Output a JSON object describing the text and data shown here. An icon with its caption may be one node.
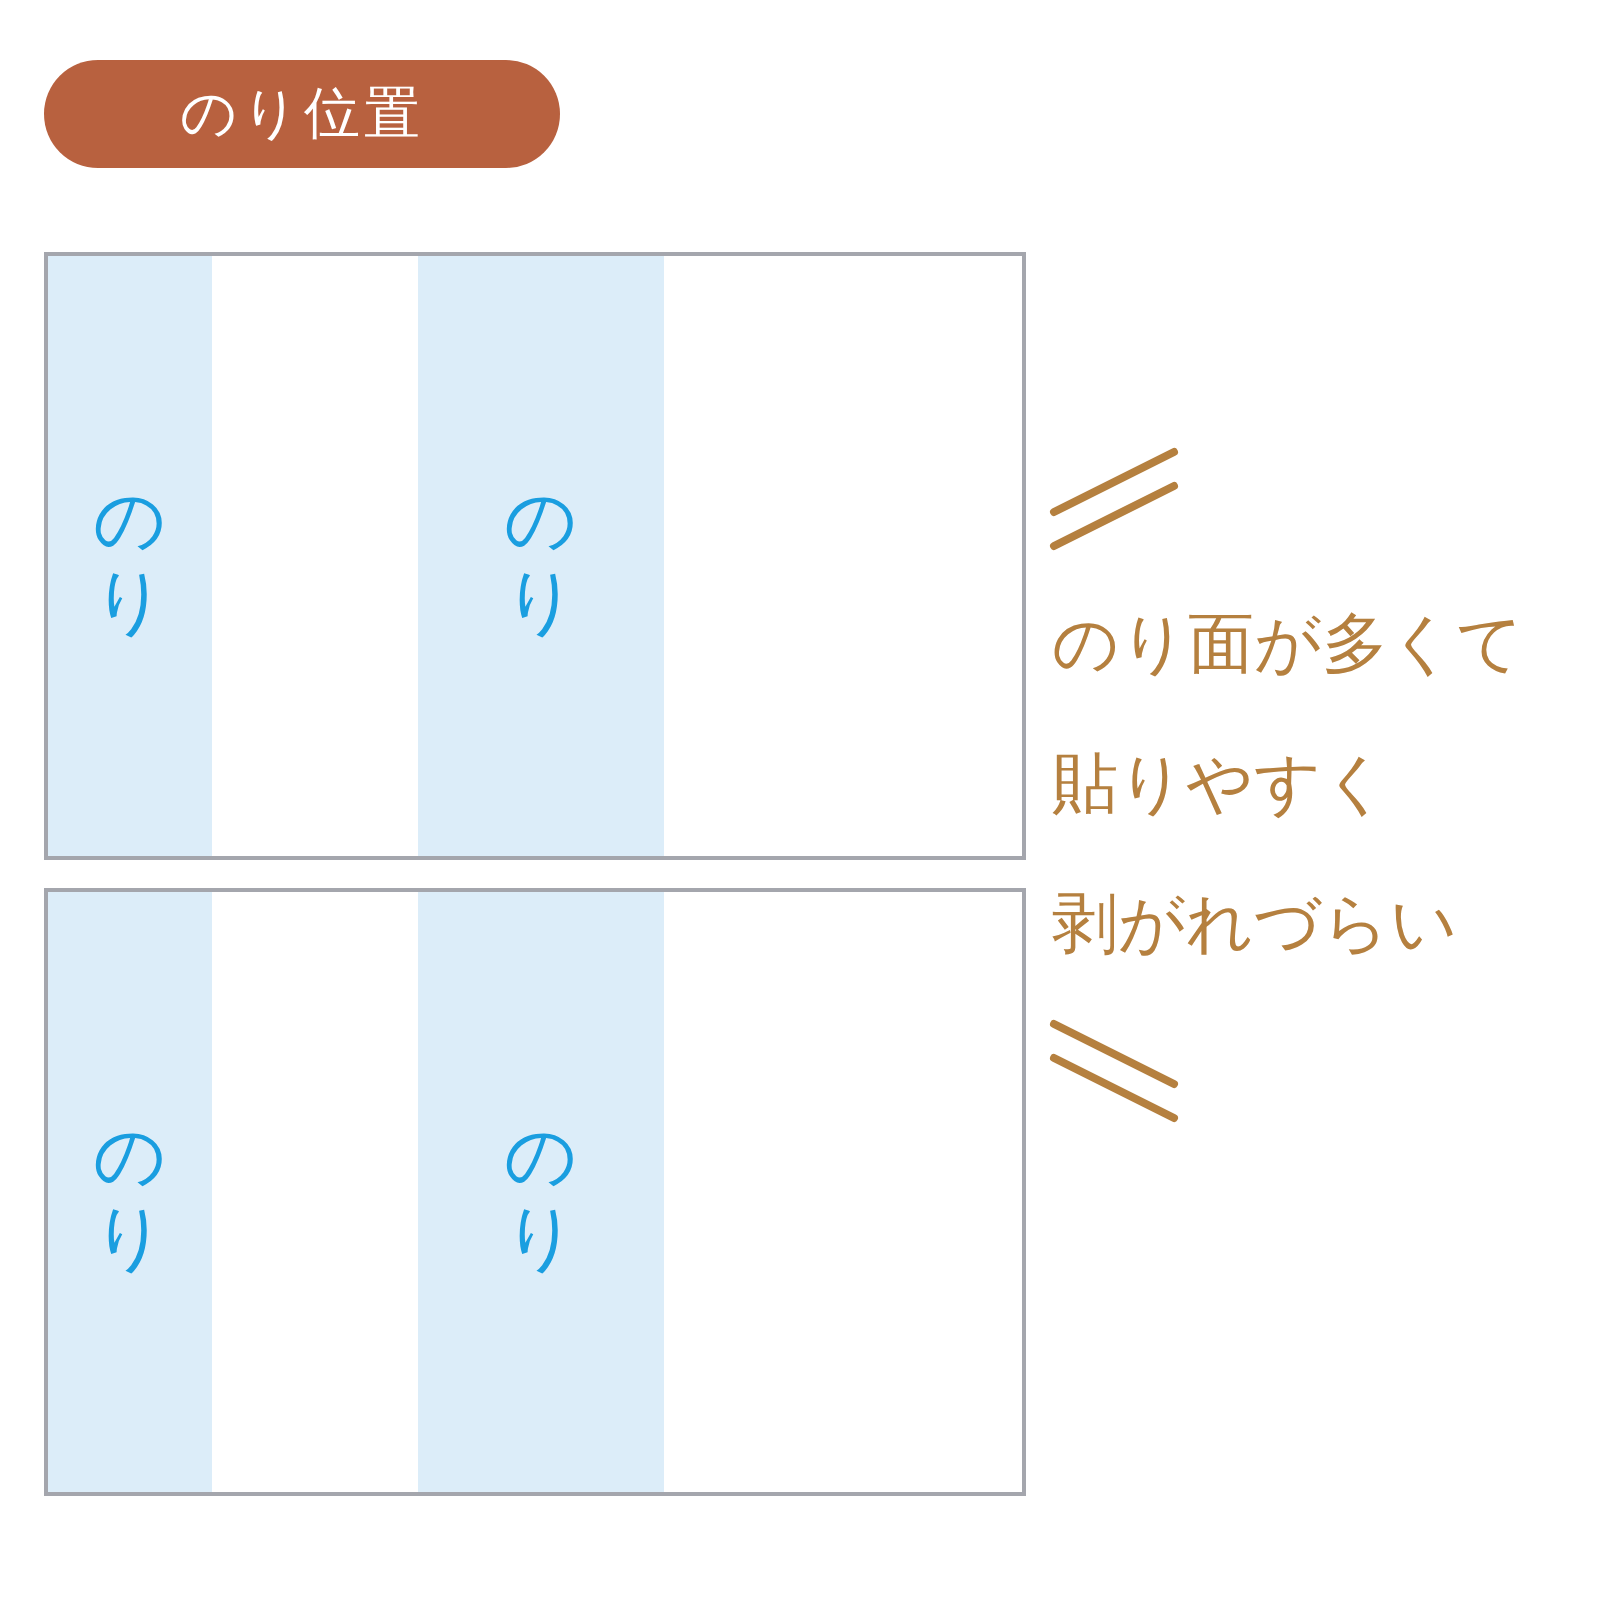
{
  "diagram": {
    "title": "のり位置",
    "nodes": [
      {
        "text": [],
        "shape": "box"
      },
      {
        "text": [
          "のり"
        ],
        "in": 0
      },
      {
        "text": [
          "のり"
        ],
        "in": 0
      },
      {
        "text": [],
        "shape": "box"
      },
      {
        "text": [
          "のり"
        ],
        "in": 3
      },
      {
        "text": [
          "のり"
        ],
        "in": 3
      }
    ],
    "edges": [],
    "labels": [
      "のり面が多くて",
      "貼りやすく",
      "剥がれづらい"
    ]
  }
}
